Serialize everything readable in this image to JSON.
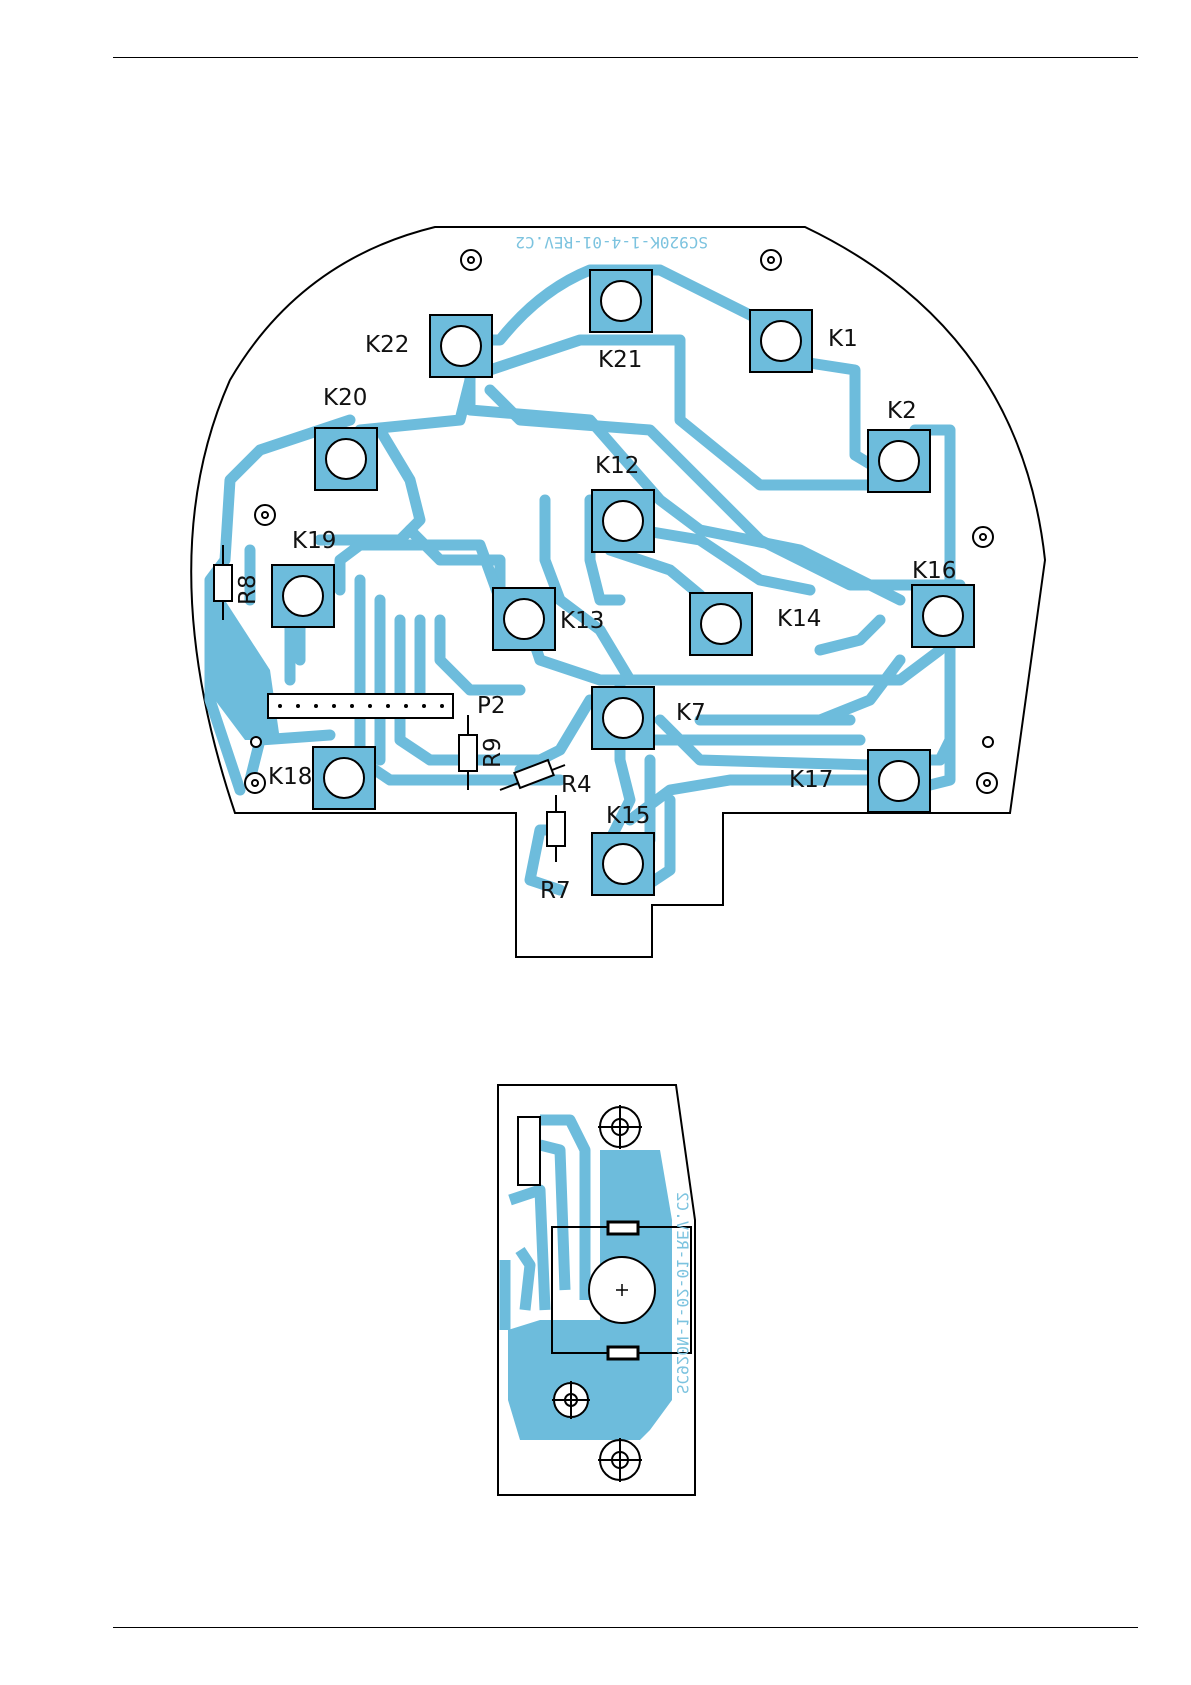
{
  "colors": {
    "copper": "#6dbcdc",
    "silk": "#111111",
    "paper": "#ffffff"
  },
  "main_board": {
    "silk_text": "SC920K-1-4-01-REV.C2",
    "keys": [
      {
        "id": "k1",
        "label": "K1"
      },
      {
        "id": "k2",
        "label": "K2"
      },
      {
        "id": "k7",
        "label": "K7"
      },
      {
        "id": "k12",
        "label": "K12"
      },
      {
        "id": "k13",
        "label": "K13"
      },
      {
        "id": "k14",
        "label": "K14"
      },
      {
        "id": "k15",
        "label": "K15"
      },
      {
        "id": "k16",
        "label": "K16"
      },
      {
        "id": "k17",
        "label": "K17"
      },
      {
        "id": "k18",
        "label": "K18"
      },
      {
        "id": "k19",
        "label": "K19"
      },
      {
        "id": "k20",
        "label": "K20"
      },
      {
        "id": "k21",
        "label": "K21"
      },
      {
        "id": "k22",
        "label": "K22"
      }
    ],
    "resistors": [
      {
        "id": "r4",
        "label": "R4"
      },
      {
        "id": "r7",
        "label": "R7"
      },
      {
        "id": "r8",
        "label": "R8"
      },
      {
        "id": "r9",
        "label": "R9"
      }
    ],
    "connector": {
      "label": "P2"
    }
  },
  "small_board": {
    "silk_text": "SC920N-1-02-01-REV.C2"
  }
}
